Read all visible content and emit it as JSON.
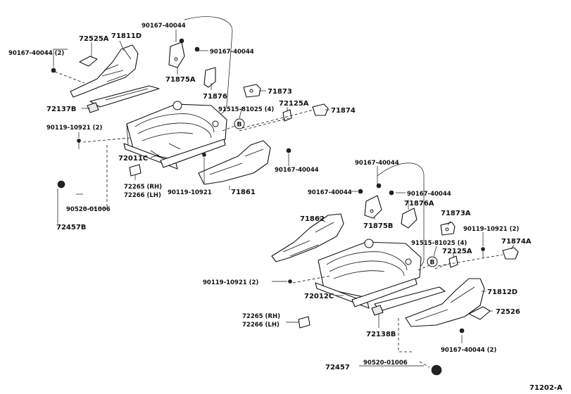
{
  "diagram_id": "71202-A",
  "callout_letter": "B",
  "labels": {
    "l01": "90167-40044",
    "l02": "72525A",
    "l03": "71811D",
    "l04": "90167-40044 (2)",
    "l05": "90167-40044",
    "l06": "71875A",
    "l07": "71876",
    "l08": "71873",
    "l09": "72137B",
    "l10": "91515-81025 (4)",
    "l11": "72125A",
    "l12": "71874",
    "l13": "90119-10921 (2)",
    "l14": "72011C",
    "l15": "90167-40044",
    "l16": "72265 (RH)",
    "l17": "72266 (LH)",
    "l18": "90119-10921",
    "l19": "71861",
    "l20": "90520-01006",
    "l21": "72457B",
    "l22": "90167-40044",
    "l23": "90167-40044",
    "l24": "90167-40044",
    "l25": "71876A",
    "l26": "71862",
    "l27": "71873A",
    "l28": "71875B",
    "l29": "90119-10921 (2)",
    "l30": "91515-81025 (4)",
    "l31": "71874A",
    "l32": "72125A",
    "l33": "90119-10921 (2)",
    "l34": "72012C",
    "l35": "71812D",
    "l36": "72526",
    "l37": "72265 (RH)",
    "l38": "72266 (LH)",
    "l39": "72138B",
    "l40": "90167-40044 (2)",
    "l41": "72457",
    "l42": "90520-01006"
  }
}
